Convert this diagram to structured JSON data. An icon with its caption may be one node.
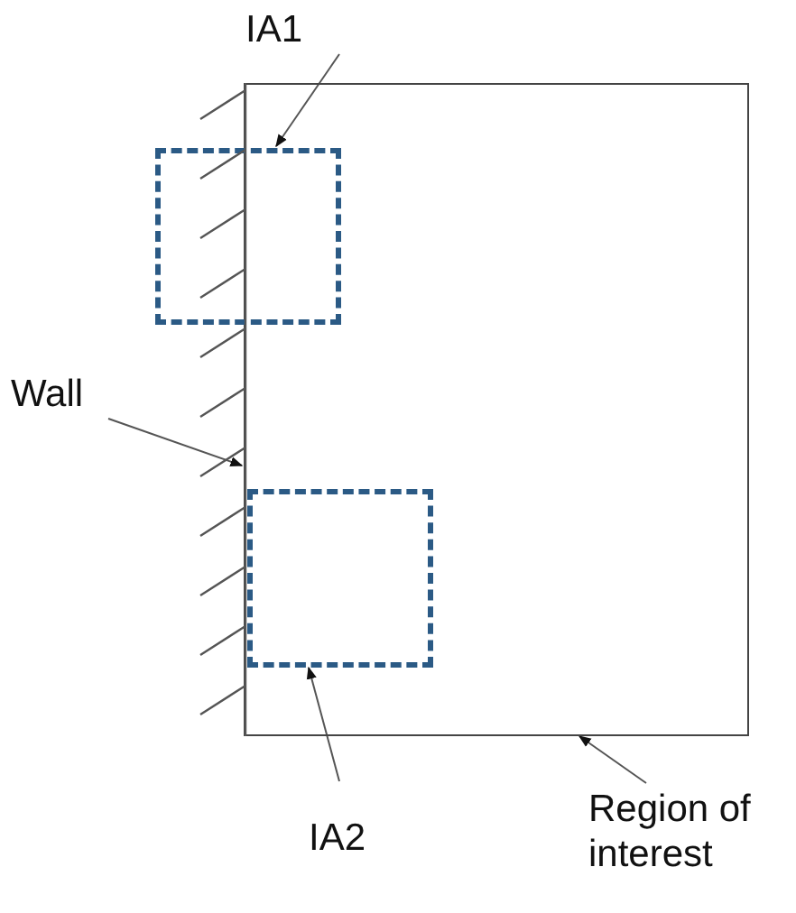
{
  "diagram": {
    "nodes": [
      {
        "text": [
          "IA1"
        ]
      },
      {
        "text": [
          "Wall"
        ]
      },
      {
        "text": [
          "IA2"
        ]
      },
      {
        "text": [
          "Region of interest"
        ]
      },
      {
        "text": [],
        "shape": "box"
      },
      {
        "text": [],
        "shape": "box"
      },
      {
        "text": [],
        "shape": "box",
        "in": 4
      },
      {
        "text": [],
        "shape": "wall"
      }
    ],
    "edges": [
      {
        "from": 0,
        "to": 5,
        "arrow": "to"
      },
      {
        "from": 1,
        "to": 7,
        "arrow": "to"
      },
      {
        "from": 2,
        "to": 6,
        "arrow": "to"
      },
      {
        "from": 3,
        "to": 4,
        "arrow": "to"
      }
    ]
  }
}
